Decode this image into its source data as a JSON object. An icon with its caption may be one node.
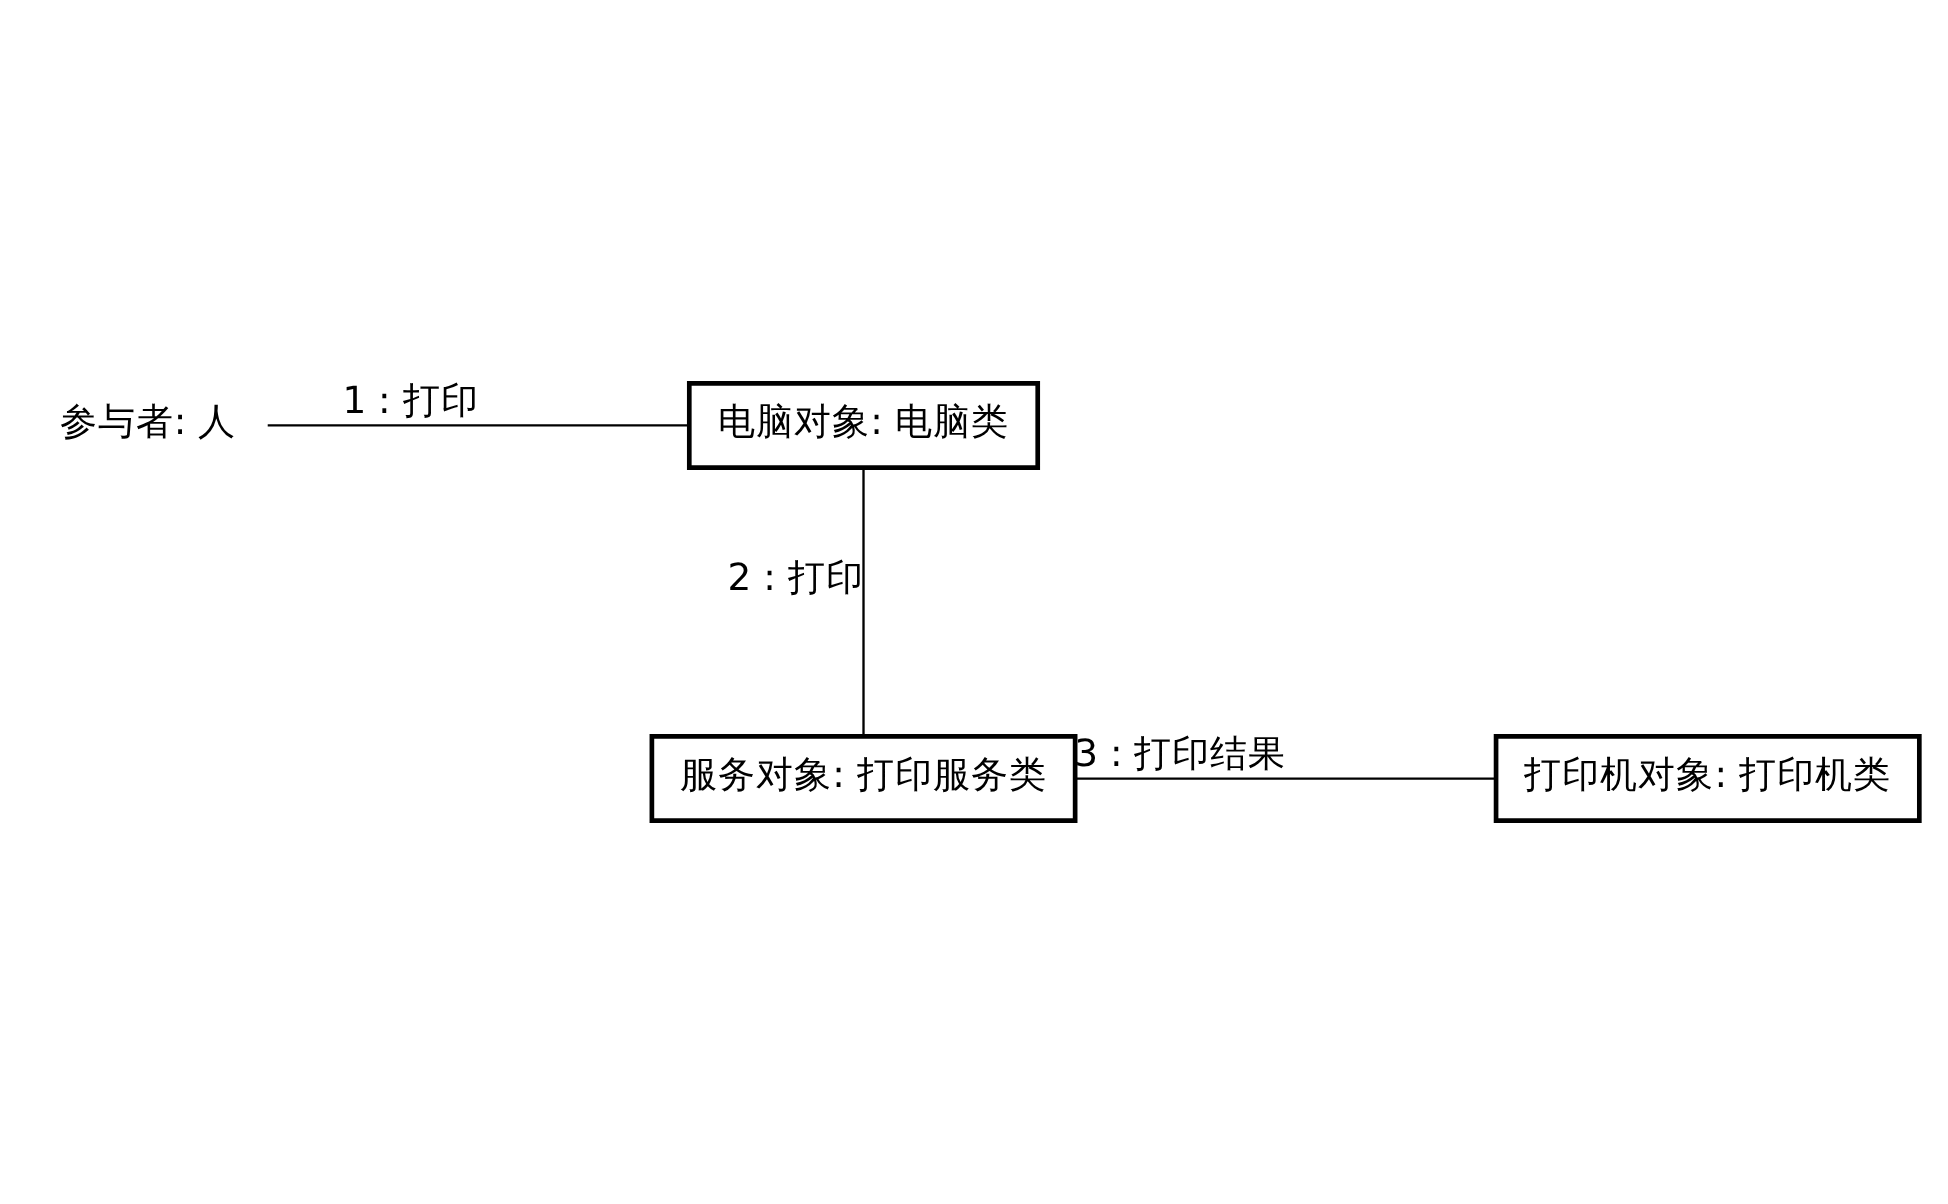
{
  "diagram": {
    "nodes": [
      {
        "text": [
          "参与者: 人"
        ]
      },
      {
        "text": [
          "电脑对象: 电脑类"
        ]
      },
      {
        "text": [
          "打印机对象: 打印机类"
        ]
      },
      {
        "text": [
          "服务对象: 打印服务类"
        ]
      }
    ],
    "edges": [
      {
        "from": 0,
        "to": 1,
        "arrow": "none",
        "label": "1 : 打印"
      },
      {
        "from": 1,
        "to": 3,
        "arrow": "none",
        "label": "2 : 打印"
      },
      {
        "from": 3,
        "to": 2,
        "arrow": "none",
        "label": "3 : 打印结果"
      }
    ]
  }
}
